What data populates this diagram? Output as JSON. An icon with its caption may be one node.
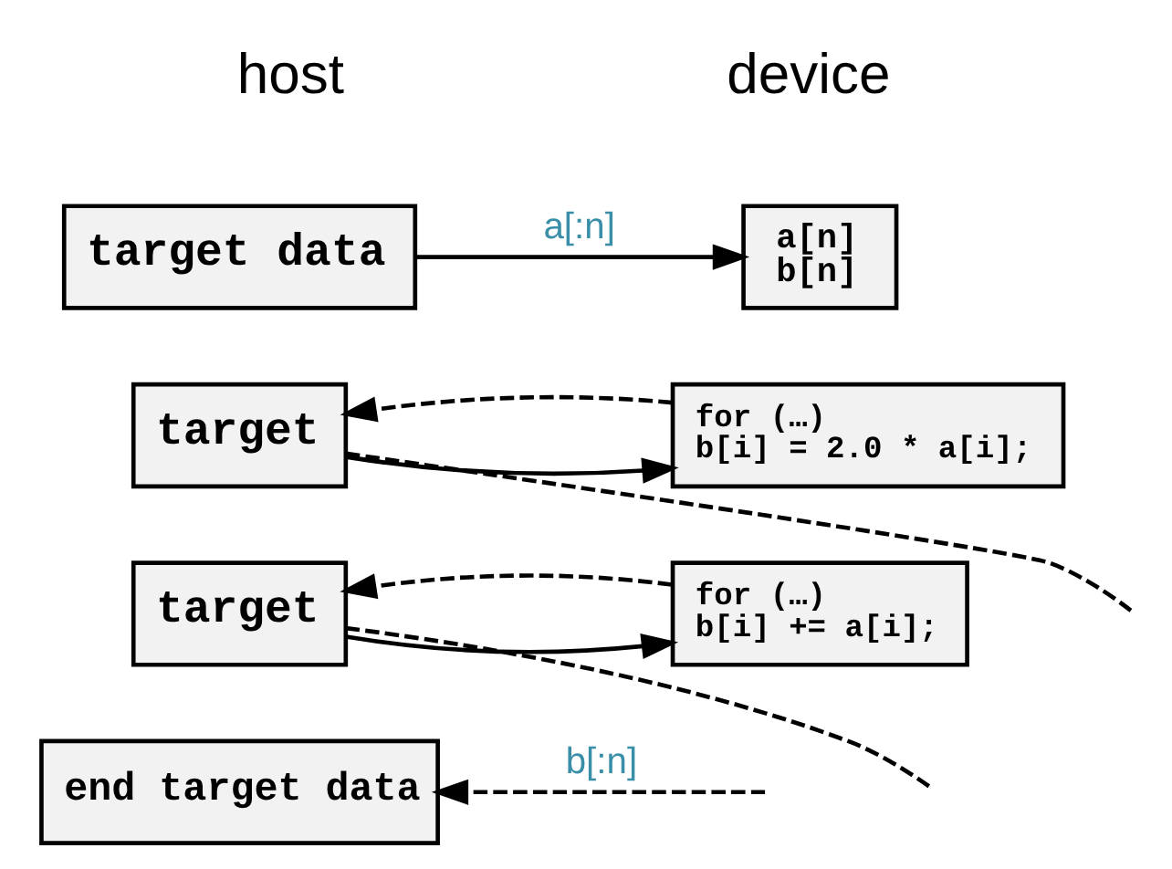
{
  "diagram": {
    "nodes": [
      {
        "text": [
          "target data"
        ]
      },
      {
        "text": [
          "a[n]",
          "b[n]"
        ]
      },
      {
        "text": [
          "target"
        ]
      },
      {
        "text": [
          "for (…)",
          "b[i] = 2.0 * a[i];"
        ]
      },
      {
        "text": [
          "target"
        ]
      },
      {
        "text": [
          "for (…)",
          "b[i] += a[i];"
        ]
      },
      {
        "text": [
          "end target data"
        ]
      }
    ],
    "edges": [
      {
        "from": 0,
        "to": 1,
        "arrow": "to",
        "label": "a[:n]"
      },
      {
        "from": 2,
        "to": 3,
        "arrow": "to"
      },
      {
        "from": 2,
        "to": null,
        "arrow": "none",
        "style": "dashed"
      },
      {
        "from": 3,
        "to": 2,
        "arrow": "to",
        "style": "dashed"
      },
      {
        "from": 4,
        "to": 5,
        "arrow": "to"
      },
      {
        "from": 4,
        "to": null,
        "arrow": "none",
        "style": "dashed"
      },
      {
        "from": 5,
        "to": 4,
        "arrow": "to",
        "style": "dashed"
      },
      {
        "from": null,
        "to": 6,
        "arrow": "to",
        "style": "dashed",
        "label": "b[:n]"
      }
    ],
    "labels": [
      "host",
      "device"
    ]
  }
}
